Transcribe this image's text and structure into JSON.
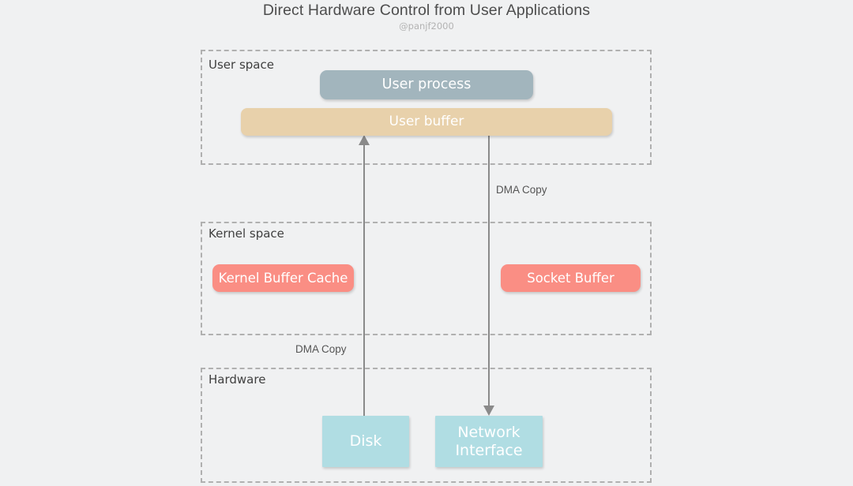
{
  "header": {
    "title": "Direct Hardware Control from User Applications",
    "subtitle": "@panjf2000"
  },
  "zones": [
    {
      "id": "user",
      "label": "User space"
    },
    {
      "id": "kernel",
      "label": "Kernel space"
    },
    {
      "id": "hardware",
      "label": "Hardware"
    }
  ],
  "blocks": {
    "user_process": "User process",
    "user_buffer": "User buffer",
    "kernel_buffer_cache": "Kernel Buffer Cache",
    "socket_buffer": "Socket Buffer",
    "disk": "Disk",
    "network_interface_line1": "Network",
    "network_interface_line2": "Interface"
  },
  "connections": [
    {
      "id": "disk-to-user-buffer",
      "label": "DMA Copy",
      "from": "Disk",
      "to": "User buffer",
      "direction": "up"
    },
    {
      "id": "user-buffer-to-network-interface",
      "label": "DMA Copy",
      "from": "User buffer",
      "to": "Network Interface",
      "direction": "down"
    }
  ],
  "labels": {
    "dma_copy_top": "DMA Copy",
    "dma_copy_bottom": "DMA Copy"
  },
  "colors": {
    "background": "#f0f1f2",
    "zone_border": "#b0b0b0",
    "user_process": "#a2b5bd",
    "user_buffer": "#e8d1ab",
    "kernel_block": "#fa8e84",
    "hardware_block": "#b0dde3",
    "connector": "#8a8a8a",
    "title_text": "#4d4d4d",
    "subtitle_text": "#b3b3b3"
  }
}
